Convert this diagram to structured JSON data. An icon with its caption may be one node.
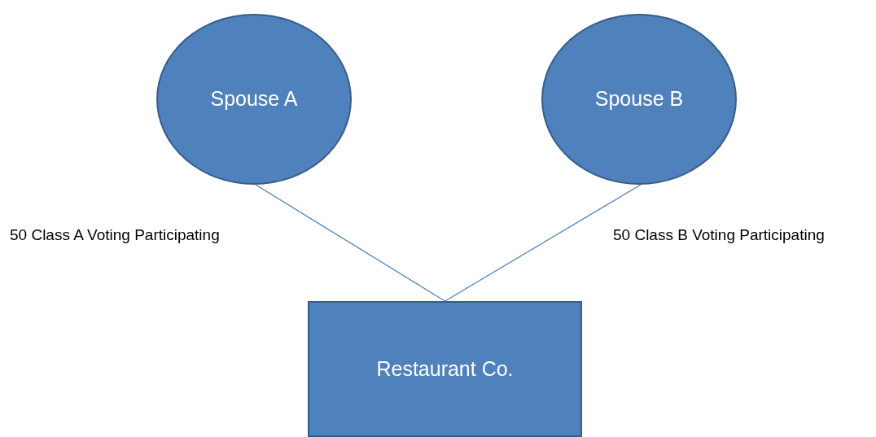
{
  "diagram": {
    "nodes": [
      {
        "text": [
          "Spouse A"
        ]
      },
      {
        "text": [
          "Spouse B"
        ]
      },
      {
        "text": [
          "Restaurant Co."
        ]
      }
    ],
    "edges": [
      {
        "from": 0,
        "to": 2,
        "arrow": "none"
      },
      {
        "from": 1,
        "to": 2,
        "arrow": "none"
      }
    ],
    "labels": [
      "50 Class A Voting Participating",
      "50 Class B Voting Participating"
    ]
  }
}
